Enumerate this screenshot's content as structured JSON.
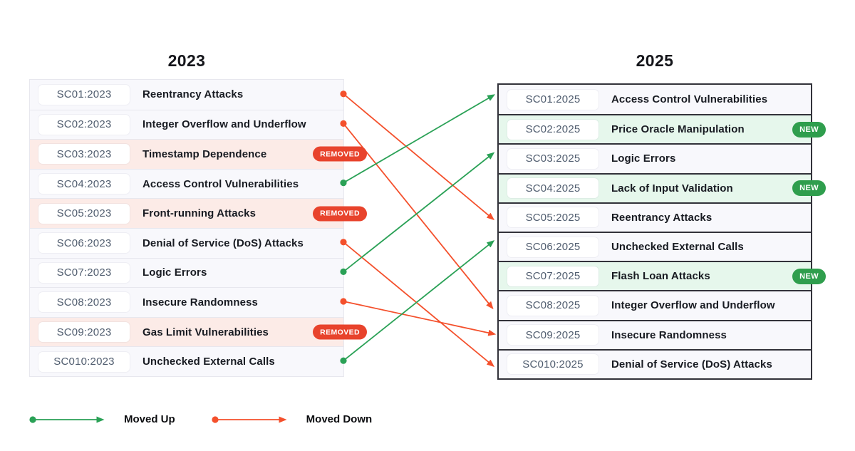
{
  "diagram": {
    "left": {
      "title": "2023",
      "items": [
        {
          "id": "SC01:2023",
          "name": "Reentrancy Attacks",
          "status": "normal"
        },
        {
          "id": "SC02:2023",
          "name": "Integer Overflow and Underflow",
          "status": "normal"
        },
        {
          "id": "SC03:2023",
          "name": "Timestamp Dependence",
          "status": "removed",
          "badge": "REMOVED"
        },
        {
          "id": "SC04:2023",
          "name": "Access Control Vulnerabilities",
          "status": "normal"
        },
        {
          "id": "SC05:2023",
          "name": "Front-running Attacks",
          "status": "removed",
          "badge": "REMOVED"
        },
        {
          "id": "SC06:2023",
          "name": "Denial of Service (DoS) Attacks",
          "status": "normal"
        },
        {
          "id": "SC07:2023",
          "name": "Logic Errors",
          "status": "normal"
        },
        {
          "id": "SC08:2023",
          "name": "Insecure Randomness",
          "status": "normal"
        },
        {
          "id": "SC09:2023",
          "name": "Gas Limit Vulnerabilities",
          "status": "removed",
          "badge": "REMOVED"
        },
        {
          "id": "SC010:2023",
          "name": "Unchecked External Calls",
          "status": "normal"
        }
      ]
    },
    "right": {
      "title": "2025",
      "items": [
        {
          "id": "SC01:2025",
          "name": "Access Control Vulnerabilities",
          "status": "normal"
        },
        {
          "id": "SC02:2025",
          "name": "Price Oracle Manipulation",
          "status": "new",
          "badge": "NEW"
        },
        {
          "id": "SC03:2025",
          "name": "Logic Errors",
          "status": "normal"
        },
        {
          "id": "SC04:2025",
          "name": "Lack of Input Validation",
          "status": "new",
          "badge": "NEW"
        },
        {
          "id": "SC05:2025",
          "name": "Reentrancy Attacks",
          "status": "normal"
        },
        {
          "id": "SC06:2025",
          "name": "Unchecked External Calls",
          "status": "normal"
        },
        {
          "id": "SC07:2025",
          "name": "Flash Loan Attacks",
          "status": "new",
          "badge": "NEW"
        },
        {
          "id": "SC08:2025",
          "name": "Integer Overflow and Underflow",
          "status": "normal"
        },
        {
          "id": "SC09:2025",
          "name": "Insecure Randomness",
          "status": "normal"
        },
        {
          "id": "SC010:2025",
          "name": "Denial of Service (DoS) Attacks",
          "status": "normal"
        }
      ]
    },
    "connections": [
      {
        "from_index": 0,
        "to_index": 4,
        "direction": "moved_down"
      },
      {
        "from_index": 1,
        "to_index": 7,
        "direction": "moved_down"
      },
      {
        "from_index": 3,
        "to_index": 0,
        "direction": "moved_up"
      },
      {
        "from_index": 5,
        "to_index": 9,
        "direction": "moved_down"
      },
      {
        "from_index": 6,
        "to_index": 2,
        "direction": "moved_up"
      },
      {
        "from_index": 7,
        "to_index": 8,
        "direction": "moved_down"
      },
      {
        "from_index": 9,
        "to_index": 5,
        "direction": "moved_up"
      }
    ],
    "legend": [
      {
        "label": "Moved Up",
        "direction": "moved_up"
      },
      {
        "label": "Moved Down",
        "direction": "moved_down"
      }
    ],
    "colors": {
      "moved_up": "#2aa156",
      "moved_down": "#f4502c",
      "new_badge": "#2f9e4d",
      "removed_badge": "#e8432c",
      "row_bg": "#f8f8fc",
      "new_row_bg": "#e6f7ec",
      "removed_row_bg": "#fcebe7"
    }
  }
}
